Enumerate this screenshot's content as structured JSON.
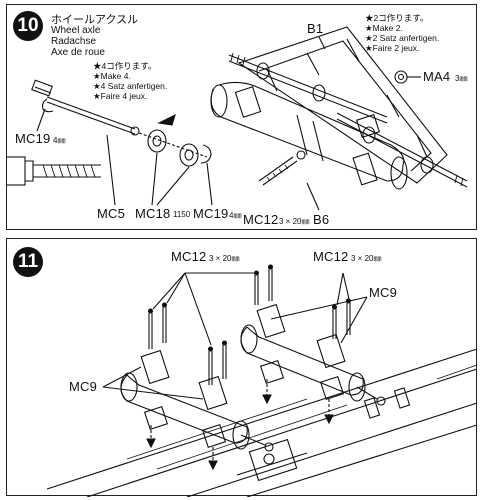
{
  "step10": {
    "number": "10",
    "title_jp": "ホイールアクスル",
    "title_en": "Wheel axle",
    "title_de": "Radachse",
    "title_fr": "Axe de roue",
    "note_left": [
      "★4コ作ります。",
      "★Make 4.",
      "★4 Satz anfertigen.",
      "★Faire 4 jeux."
    ],
    "note_right": [
      "★2コ作ります。",
      "★Make 2.",
      "★2 Satz anfertigen.",
      "★Faire 2 jeux."
    ],
    "labels": {
      "b1": "B1",
      "ma4": "MA4",
      "ma4_size": "3㎜",
      "mc19_top": "MC19",
      "mc19_top_size": "4㎜",
      "mc5": "MC5",
      "mc18": "MC18",
      "mc18_size": "1150",
      "mc19_bottom": "MC19",
      "mc19_bottom_size": "4㎜",
      "mc12": "MC12",
      "mc12_size": "3 × 20㎜",
      "b6": "B6"
    }
  },
  "step11": {
    "number": "11",
    "labels": {
      "mc12_left": "MC12",
      "mc12_left_size": "3 × 20㎜",
      "mc12_right": "MC12",
      "mc12_right_size": "3 × 20㎜",
      "mc9_right": "MC9",
      "mc9_left": "MC9"
    }
  }
}
